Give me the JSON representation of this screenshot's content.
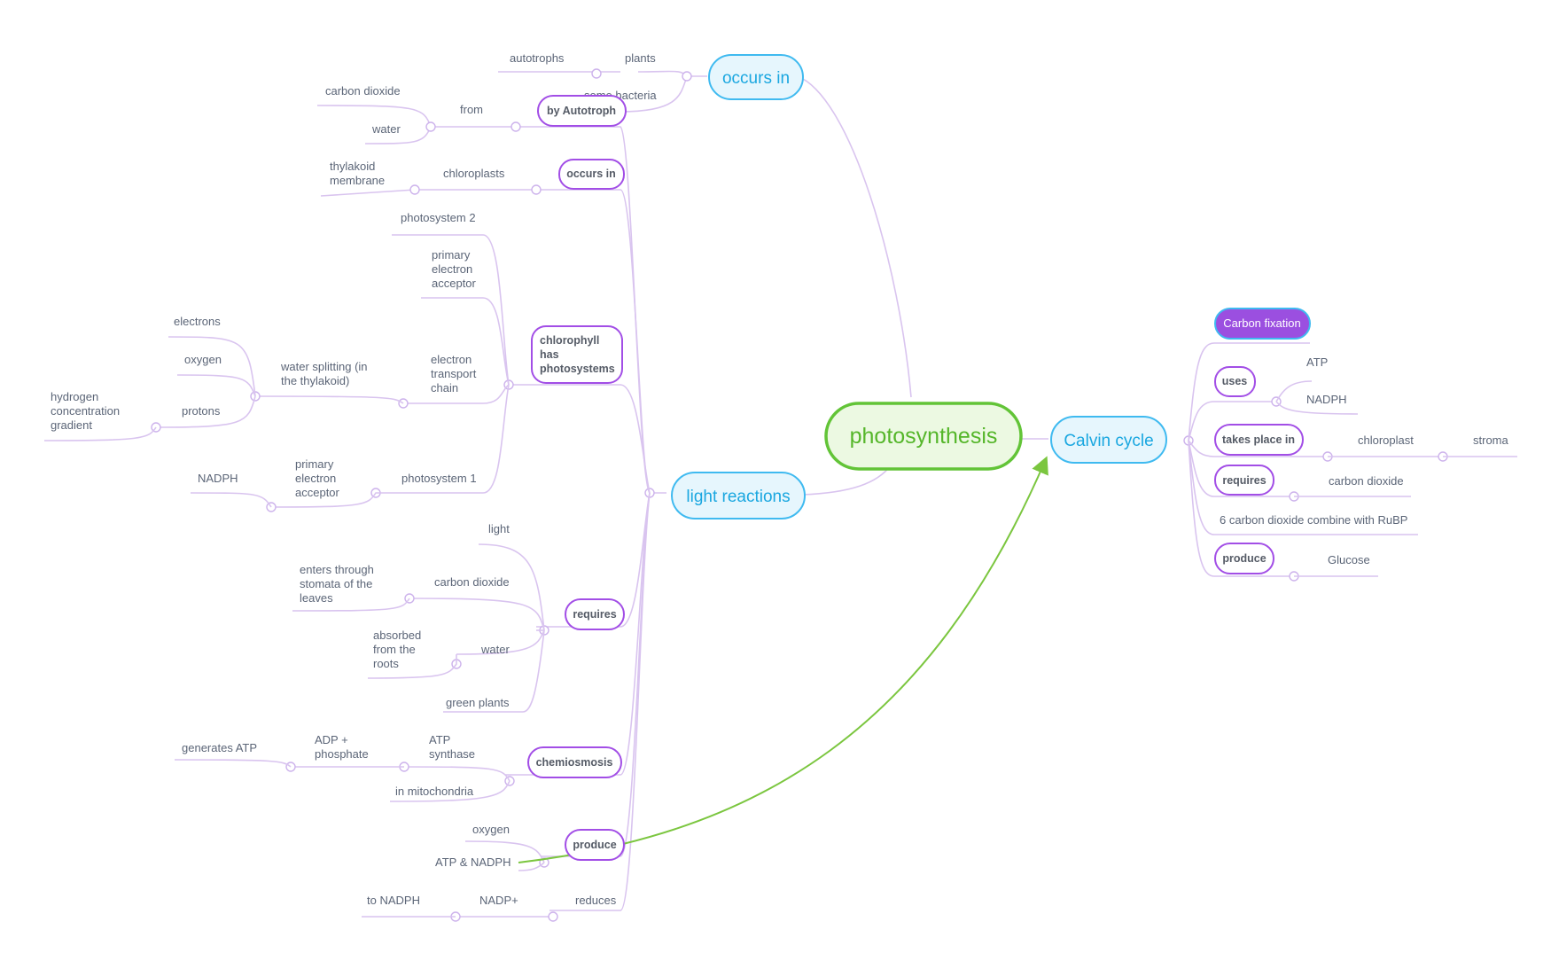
{
  "root": {
    "label": "photosynthesis"
  },
  "left": {
    "occurs_in_main": {
      "label": "occurs in",
      "plants": "plants",
      "autotrophs": "autotrophs",
      "some_bacteria": "some bacteria"
    },
    "light_reactions": {
      "label": "light reactions"
    },
    "by_autotroph": {
      "label": "by Autotroph",
      "from": "from",
      "carbon_dioxide": "carbon dioxide",
      "water": "water"
    },
    "occurs_in_pill": {
      "label": "occurs in",
      "chloroplasts": "chloroplasts",
      "thylakoid": [
        "thylakoid",
        "membrane"
      ]
    },
    "chlorophyll": {
      "label": [
        "chlorophyll",
        "has",
        "photosystems"
      ],
      "photosystem2": "photosystem 2",
      "primary_acceptor": [
        "primary",
        "electron",
        "acceptor"
      ],
      "etc": [
        "electron",
        "transport",
        "chain"
      ],
      "water_splitting": [
        "water splitting (in",
        "the thylakoid)"
      ],
      "electrons": "electrons",
      "oxygen": "oxygen",
      "protons": "protons",
      "hydrogen": [
        "hydrogen",
        "concentration",
        "gradient"
      ],
      "photosystem1": "photosystem 1",
      "primary_acceptor2": [
        "primary",
        "electron",
        "acceptor"
      ],
      "nadph": "NADPH"
    },
    "requires": {
      "label": "requires",
      "light": "light",
      "carbon_dioxide": "carbon dioxide",
      "stomata": [
        "enters through",
        "stomata of the",
        "leaves"
      ],
      "water": "water",
      "roots": [
        "absorbed",
        "from the",
        "roots"
      ],
      "green_plants": "green plants"
    },
    "chemiosmosis": {
      "label": "chemiosmosis",
      "atp_synthase": [
        "ATP",
        "synthase"
      ],
      "adp": [
        "ADP +",
        "phosphate"
      ],
      "generates_atp": "generates ATP",
      "in_mitochondria": "in mitochondria"
    },
    "produce": {
      "label": "produce",
      "oxygen": "oxygen",
      "atp_nadph": "ATP & NADPH"
    },
    "reduces": {
      "label": "reduces",
      "nadp": "NADP+",
      "to_nadph": "to NADPH"
    }
  },
  "right": {
    "calvin": {
      "label": "Calvin cycle"
    },
    "carbon_fixation": "Carbon fixation",
    "uses": {
      "label": "uses",
      "atp": "ATP",
      "nadph": "NADPH"
    },
    "takes_place": {
      "label": "takes place in",
      "chloroplast": "chloroplast",
      "stroma": "stroma"
    },
    "requires": {
      "label": "requires",
      "carbon_dioxide": "carbon dioxide"
    },
    "combine": "6 carbon dioxide combine with RuBP",
    "produce": {
      "label": "produce",
      "glucose": "Glucose"
    }
  },
  "colors": {
    "root_border": "#62c437",
    "main_border": "#3fbaf0",
    "pill_border": "#a24ee6",
    "connector": "#d9c4ef",
    "relationship_arrow": "#7bc63f"
  }
}
